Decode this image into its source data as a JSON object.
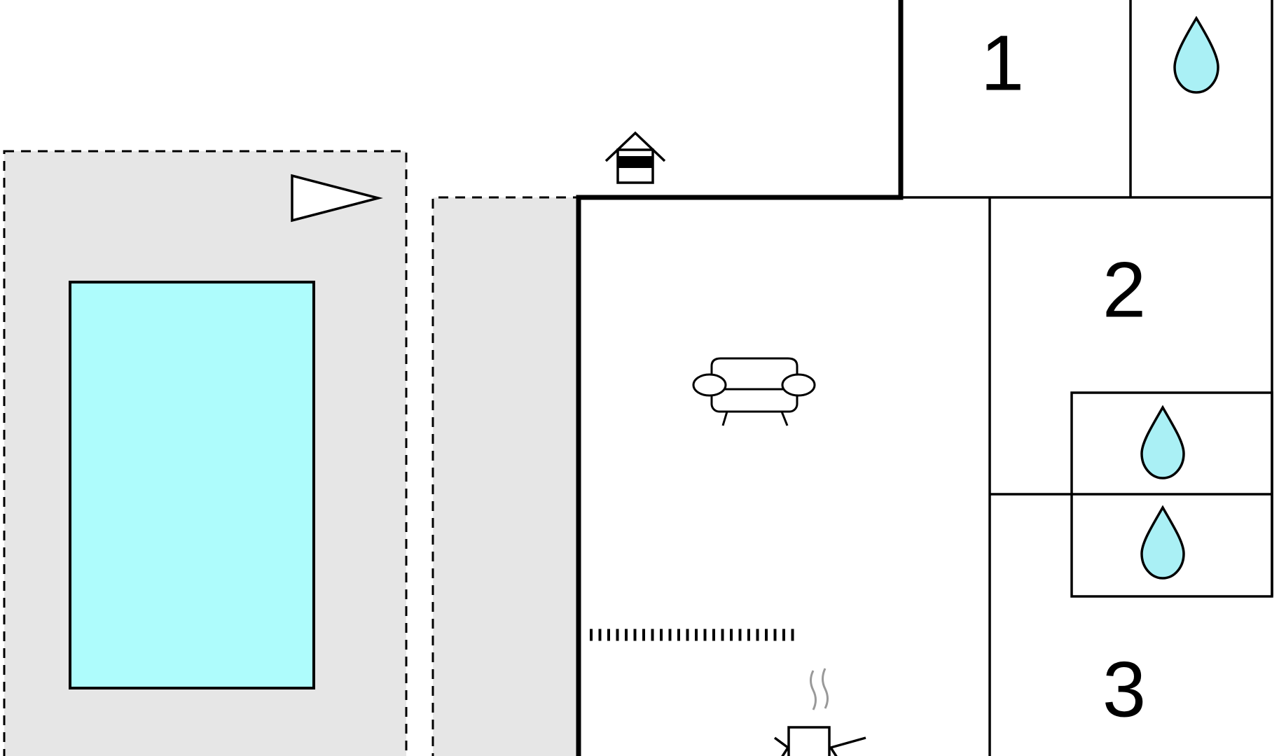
{
  "floorplan": {
    "rooms": [
      {
        "number": "1"
      },
      {
        "number": "2"
      },
      {
        "number": "3"
      }
    ],
    "icons": {
      "pool": "swimming-pool",
      "flag": "pennant-flag",
      "entrance": "house-entrance",
      "sofa": "living-room-sofa",
      "kitchen": "kitchen-stove",
      "water": "water-drop"
    },
    "colors": {
      "pool": "#aefcfc",
      "terrace": "#e6e6e6",
      "water": "#aaf0f5",
      "wall": "#000000",
      "steam": "#999999"
    }
  }
}
